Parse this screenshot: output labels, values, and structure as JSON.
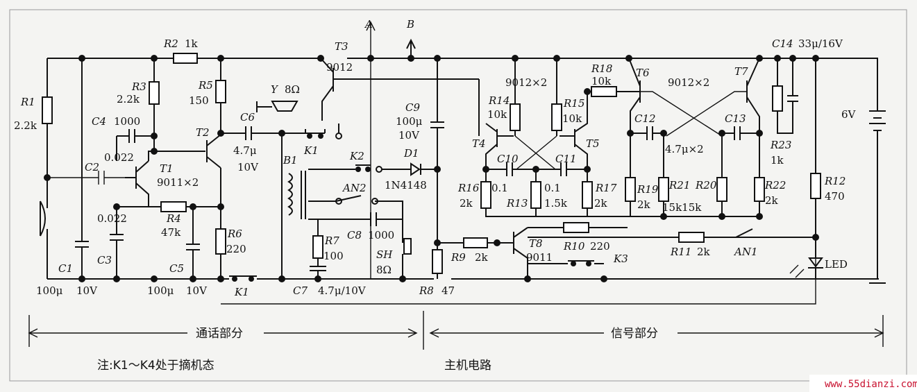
{
  "labels": {
    "r1": "R1",
    "r1v": "2.2k",
    "r2": "R2",
    "r2v": "1k",
    "r3": "R3",
    "r3v": "2.2k",
    "r4": "R4",
    "r4v": "47k",
    "r5": "R5",
    "r5v": "150",
    "r6": "R6",
    "r6v": "220",
    "r7": "R7",
    "r7v": "100",
    "r8": "R8",
    "r8v": "47",
    "r9": "R9",
    "r9v": "2k",
    "r10": "R10",
    "r10v": "220",
    "r11": "R11",
    "r11v": "2k",
    "r12": "R12",
    "r12v": "470",
    "r13": "R13",
    "r13v": "1.5k",
    "r14": "R14",
    "r14v": "10k",
    "r15": "R15",
    "r15v": "10k",
    "r16": "R16",
    "r16v": "2k",
    "r17": "R17",
    "r17v": "2k",
    "r18": "R18",
    "r18v": "10k",
    "r19": "R19",
    "r19v": "2k",
    "r20": "R20",
    "r21": "R21",
    "r2021v": "15k15k",
    "r22": "R22",
    "r22v": "2k",
    "r23": "R23",
    "r23v": "1k",
    "c1": "C1",
    "c1v": "100μ",
    "c1v2": "10V",
    "c2": "C2",
    "c2v": "0.022",
    "c3": "C3",
    "c3v": "0.022",
    "c4": "C4",
    "c4v": "1000",
    "c5": "C5",
    "c5v": "100μ",
    "c5v2": "10V",
    "c6": "C6",
    "c6v": "4.7μ",
    "c6v2": "10V",
    "c7": "C7",
    "c7v": "4.7μ/10V",
    "c8": "C8",
    "c8v": "1000",
    "c9": "C9",
    "c9v": "100μ",
    "c9v2": "10V",
    "c10": "C10",
    "c10v": "0.1",
    "c11": "C11",
    "c11v": "0.1",
    "c12": "C12",
    "c13": "C13",
    "c1213v": "4.7μ×2",
    "c14": "C14",
    "c14v": "33μ/16V",
    "t1": "T1",
    "t1v": "9011×2",
    "t2": "T2",
    "t3": "T3",
    "t3v": "9012",
    "t4": "T4",
    "t45v": "9012×2",
    "t5": "T5",
    "t6": "T6",
    "t67v": "9012×2",
    "t7": "T7",
    "t8": "T8",
    "t8v": "9011",
    "d1": "D1",
    "d1v": "1N4148",
    "y": "Y",
    "yv": "8Ω",
    "sh": "SH",
    "shv": "8Ω",
    "b1": "B1",
    "k1a": "K1",
    "k1b": "K1",
    "k2": "K2",
    "k3": "K3",
    "an1": "AN1",
    "an2": "AN2",
    "led": "LED",
    "pointA": "A",
    "pointB": "B",
    "battery": "6V"
  },
  "sections": {
    "call": "通话部分",
    "signal": "信号部分"
  },
  "footer": {
    "note": "注:K1～K4处于摘机态",
    "caption": "主机电路"
  },
  "watermark": "www.55dianzi.com"
}
